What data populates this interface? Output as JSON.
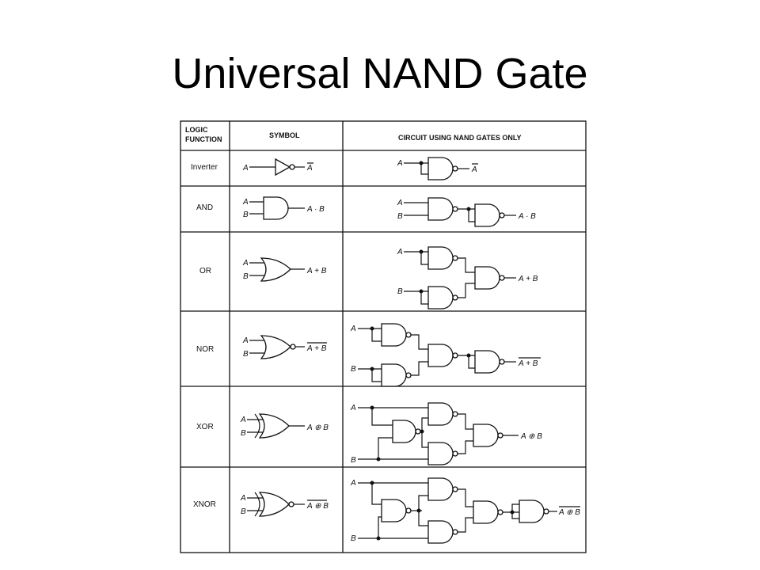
{
  "title": "Universal NAND Gate",
  "table": {
    "headers": {
      "logic_function": [
        "LOGIC",
        "FUNCTION"
      ],
      "symbol": "SYMBOL",
      "circuit": "CIRCUIT USING NAND GATES ONLY"
    },
    "rows": [
      {
        "function": "Inverter",
        "symbol_output": "A",
        "circuit_output": "A"
      },
      {
        "function": "AND",
        "symbol_output": "A · B",
        "circuit_output": "A · B"
      },
      {
        "function": "OR",
        "symbol_output": "A + B",
        "circuit_output": "A + B"
      },
      {
        "function": "NOR",
        "symbol_output": "A + B",
        "circuit_output": "A + B"
      },
      {
        "function": "XOR",
        "symbol_output": "A ⊕ B",
        "circuit_output": "A ⊕ B"
      },
      {
        "function": "XNOR",
        "symbol_output": "A ⊕ B",
        "circuit_output": "A ⊕ B"
      }
    ],
    "input_labels": {
      "a": "A",
      "b": "B"
    }
  }
}
